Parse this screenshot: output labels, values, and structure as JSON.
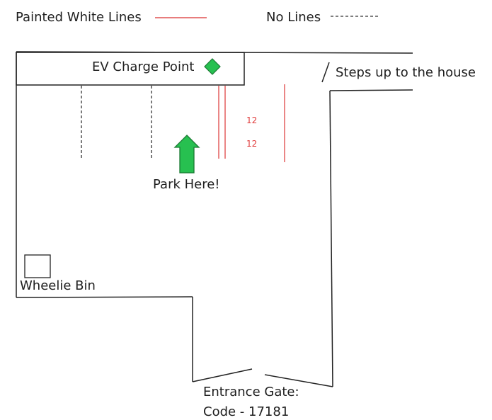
{
  "legend": {
    "painted_label": "Painted White Lines",
    "no_lines_label": "No Lines"
  },
  "labels": {
    "ev_charge": "EV Charge Point",
    "steps": "Steps up to the house",
    "park_here": "Park Here!",
    "wheelie_bin": "Wheelie Bin",
    "entrance_line1": "Entrance Gate:",
    "entrance_line2": "Code - 17181",
    "space_number_1": "12",
    "space_number_2": "12"
  },
  "colors": {
    "outline": "#222222",
    "painted_line": "#e05252",
    "dashed_line": "#333333",
    "arrow_fill": "#27c050",
    "arrow_stroke": "#1a7a33",
    "ev_diamond_fill": "#27c050",
    "ev_diamond_stroke": "#1a7a33",
    "number_color": "#e03a3a"
  },
  "icons": {
    "ev_marker": "diamond-icon",
    "park_marker": "up-arrow-icon"
  }
}
